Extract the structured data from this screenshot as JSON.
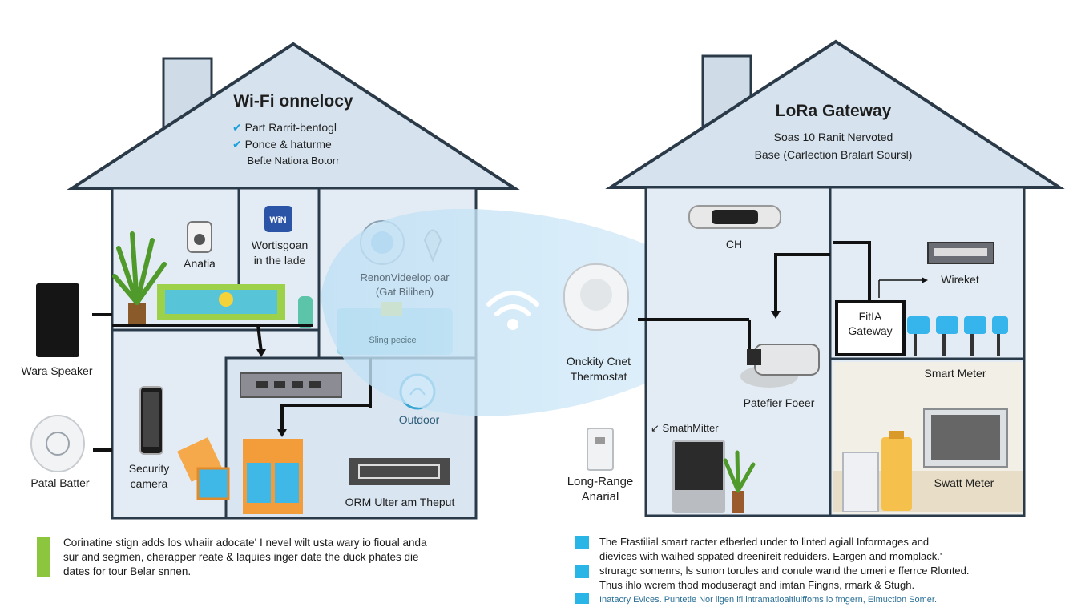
{
  "left_house": {
    "title": "Wi-Fi onnelocy",
    "checklist": [
      "Part Rarrit-bentogl",
      "Ponce & haturme"
    ],
    "subtitle": "Befte Natiora Botorr",
    "rooms": {
      "analia": "Anatia",
      "worksgoan": [
        "Wortisgoan",
        "in the lade"
      ],
      "room_video": [
        "RenonVideelop oar",
        "(Gat Bilihen)"
      ],
      "sling_label": "Sling pecice",
      "security_camera": [
        "Security",
        "camera"
      ],
      "outdoor": "Outdoor",
      "orm_filter": "ORM Ulter am Theput"
    },
    "app_badge": "WiN",
    "outside": {
      "speaker": "Wara Speaker",
      "battery": "Patal Batter"
    }
  },
  "middle": {
    "thermostat": [
      "Onckity Cnet",
      "Thermostat"
    ],
    "long_range": [
      "Long-Range",
      "Anarial"
    ]
  },
  "right_house": {
    "title": "LoRa Gateway",
    "subtitle_lines": [
      "Soas 10 Ranit Nervoted",
      "Base (Carlection Bralart Soursl)"
    ],
    "rooms": {
      "ch": "CH",
      "wireket": "Wireket",
      "gateway": [
        "FitIA",
        "Gateway"
      ],
      "smart_meter_top": "Smart Meter",
      "patefier": "Patefier Foeer",
      "smartmitter": "SmathMitter",
      "smart_meter_bottom": "Swatt Meter"
    }
  },
  "notes": {
    "left_lines": [
      "Corinatine stign adds los whaiir adocate' I nevel wilt usta wary io fioual anda",
      "sur and segmen, cherapper reate & laquies inger date the duck phates die",
      "dates for tour Belar snnen."
    ],
    "right_lines": [
      "The Ftastilial smart racter efberled under to linted agiall Informages and",
      "dievices with waihed sppated dreenireit reduiders. Eargen and momplack.'",
      "struragc somenrs, ls sunon torules and conule wand the umeri e fferrce Rlonted.",
      "Thus ihlo wcrem thod moduseragt and imtan Fingns, rmark & Stugh.",
      "Inatacry Evices. Puntetie Nor ligen ifi intramatioaltiulffoms io fmgern, Elmuction Somer."
    ]
  },
  "colors": {
    "roof": "#dce8f2",
    "wall": "#e6eff7",
    "wifi_cone": "#c7e3f6",
    "green_bar": "#8cc63f",
    "cyan_bar": "#29b6e6"
  }
}
